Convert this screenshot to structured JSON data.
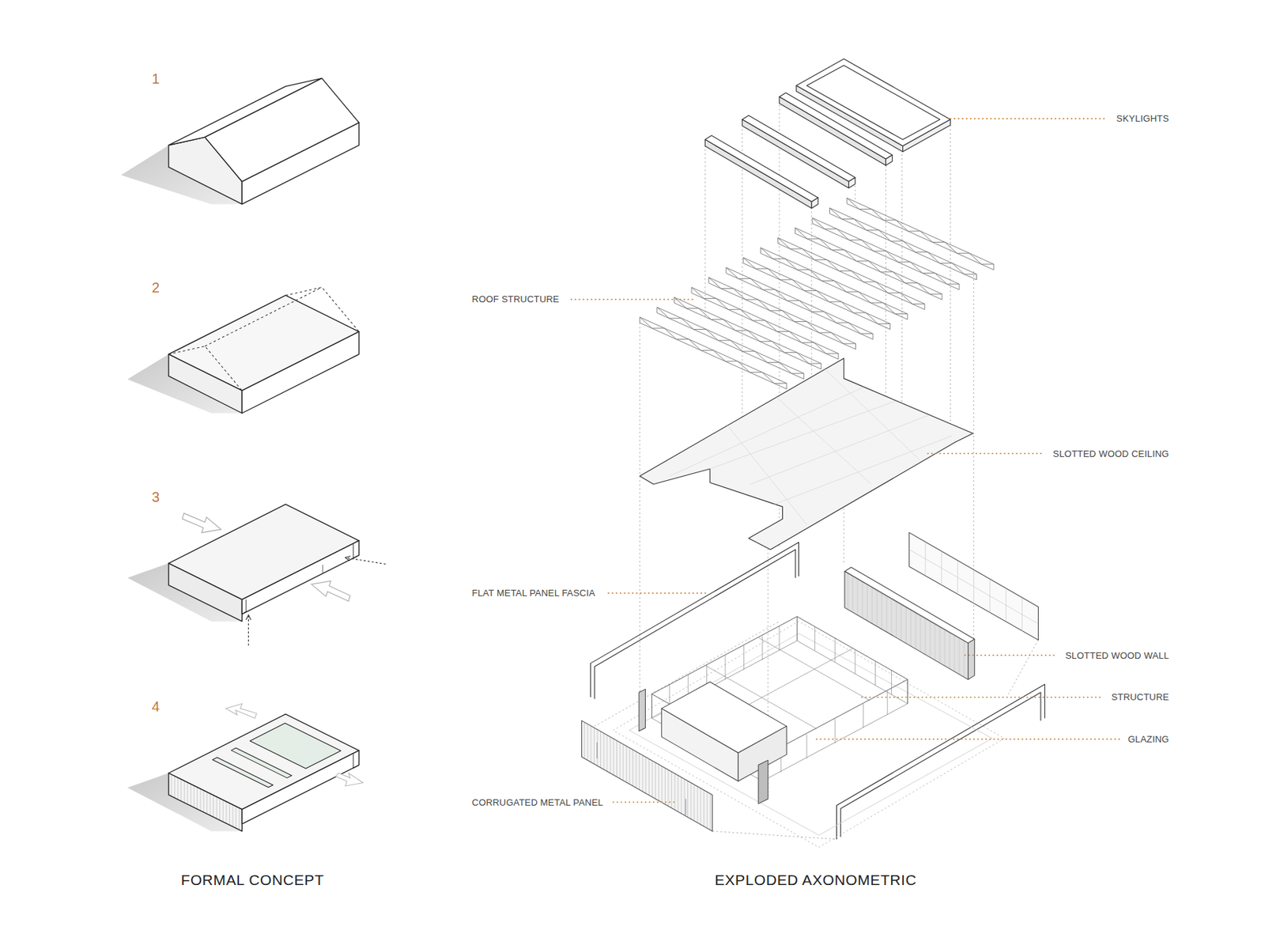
{
  "diagram": {
    "labels": [
      "1",
      "2",
      "3",
      "4",
      "FORMAL CONCEPT",
      "SKYLIGHTS",
      "ROOF STRUCTURE",
      "SLOTTED WOOD CEILING",
      "FLAT METAL PANEL FASCIA",
      "SLOTTED WOOD WALL",
      "STRUCTURE",
      "GLAZING",
      "CORRUGATED METAL PANEL",
      "EXPLODED AXONOMETRIC"
    ]
  }
}
